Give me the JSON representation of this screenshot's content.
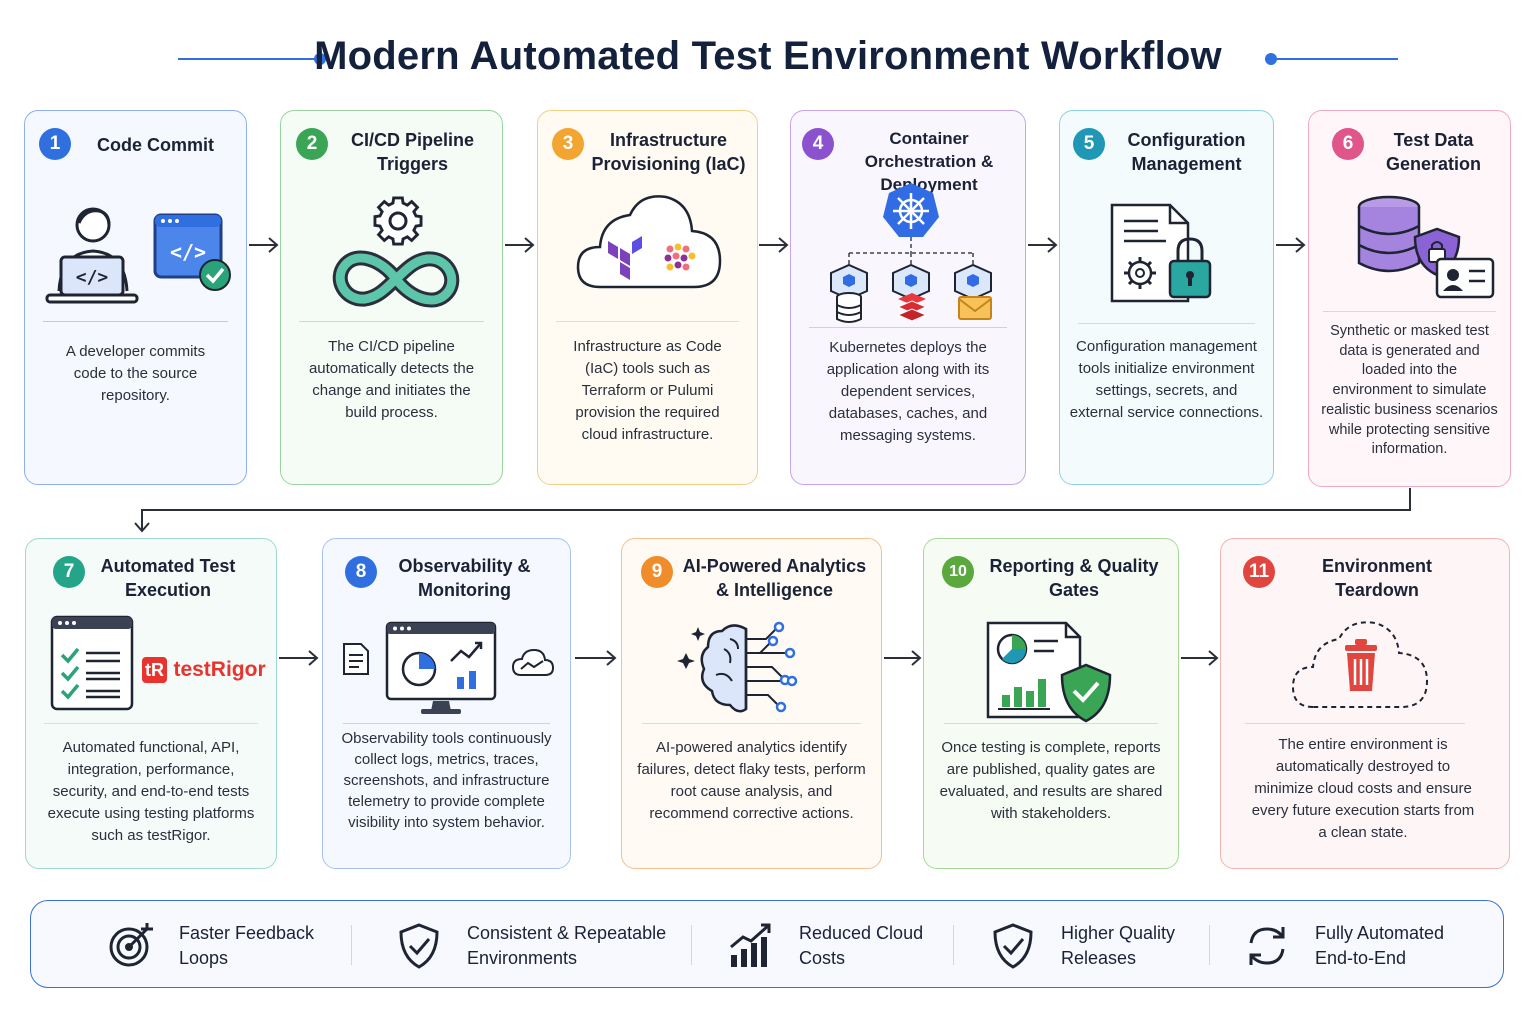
{
  "title": "Modern Automated Test Environment Workflow",
  "colors": {
    "blue": "#2f6fe0",
    "green": "#3aa655",
    "orange": "#f2a531",
    "purple": "#8b52cf",
    "teal": "#1f97b5",
    "pink": "#e0558a",
    "red": "#e0463f",
    "navy": "#14213d"
  },
  "steps": [
    {
      "number": "1",
      "title": "Code Commit",
      "desc": "A developer commits code to the source repository.",
      "icon": "developer-laptop-icon"
    },
    {
      "number": "2",
      "title": "CI/CD Pipeline Triggers",
      "desc": "The CI/CD pipeline automatically detects the change and initiates the build process.",
      "icon": "infinity-gear-icon"
    },
    {
      "number": "3",
      "title": "Infrastructure Provisioning (IaC)",
      "desc": "Infrastructure as Code (IaC) tools such as Terraform or Pulumi provision the required cloud infrastructure.",
      "icon": "cloud-iac-icon"
    },
    {
      "number": "4",
      "title": "Container Orchestration & Deployment",
      "desc": "Kubernetes deploys the application along with its dependent services, databases, caches, and messaging systems.",
      "icon": "kubernetes-icon"
    },
    {
      "number": "5",
      "title": "Configuration Management",
      "desc": "Configuration management tools initialize environment settings, secrets, and external service connections.",
      "icon": "config-lock-icon"
    },
    {
      "number": "6",
      "title": "Test Data Generation",
      "desc": "Synthetic or masked test data is generated and loaded into the environment to simulate realistic business scenarios while protecting sensitive information.",
      "icon": "database-shield-icon"
    },
    {
      "number": "7",
      "title": "Automated Test Execution",
      "desc": "Automated functional, API, integration, performance, security, and end-to-end tests execute using testing platforms such as testRigor.",
      "icon": "checklist-icon",
      "brand_mark": "tR",
      "brand_name": "testRigor"
    },
    {
      "number": "8",
      "title": "Observability & Monitoring",
      "desc": "Observability tools continuously collect logs, metrics, traces, screenshots, and infrastructure telemetry to provide complete visibility into system behavior.",
      "icon": "monitor-dashboard-icon"
    },
    {
      "number": "9",
      "title": "AI-Powered Analytics & Intelligence",
      "desc": "AI-powered analytics identify failures, detect flaky tests, perform root cause analysis, and recommend corrective actions.",
      "icon": "ai-brain-icon"
    },
    {
      "number": "10",
      "title": "Reporting & Quality Gates",
      "desc": "Once testing is complete, reports are published, quality gates are evaluated, and results are shared with stakeholders.",
      "icon": "report-shield-icon"
    },
    {
      "number": "11",
      "title": "Environment Teardown",
      "desc": "The entire environment is automatically destroyed to minimize cloud costs and ensure every future execution starts from a clean state.",
      "icon": "cloud-trash-icon"
    }
  ],
  "benefits": [
    {
      "label": "Faster Feedback Loops",
      "icon": "target-icon"
    },
    {
      "label": "Consistent & Repeatable Environments",
      "icon": "shield-check-icon"
    },
    {
      "label": "Reduced Cloud Costs",
      "icon": "growth-chart-icon"
    },
    {
      "label": "Higher Quality Releases",
      "icon": "shield-check-icon"
    },
    {
      "label": "Fully Automated End-to-End",
      "icon": "sync-icon"
    }
  ]
}
